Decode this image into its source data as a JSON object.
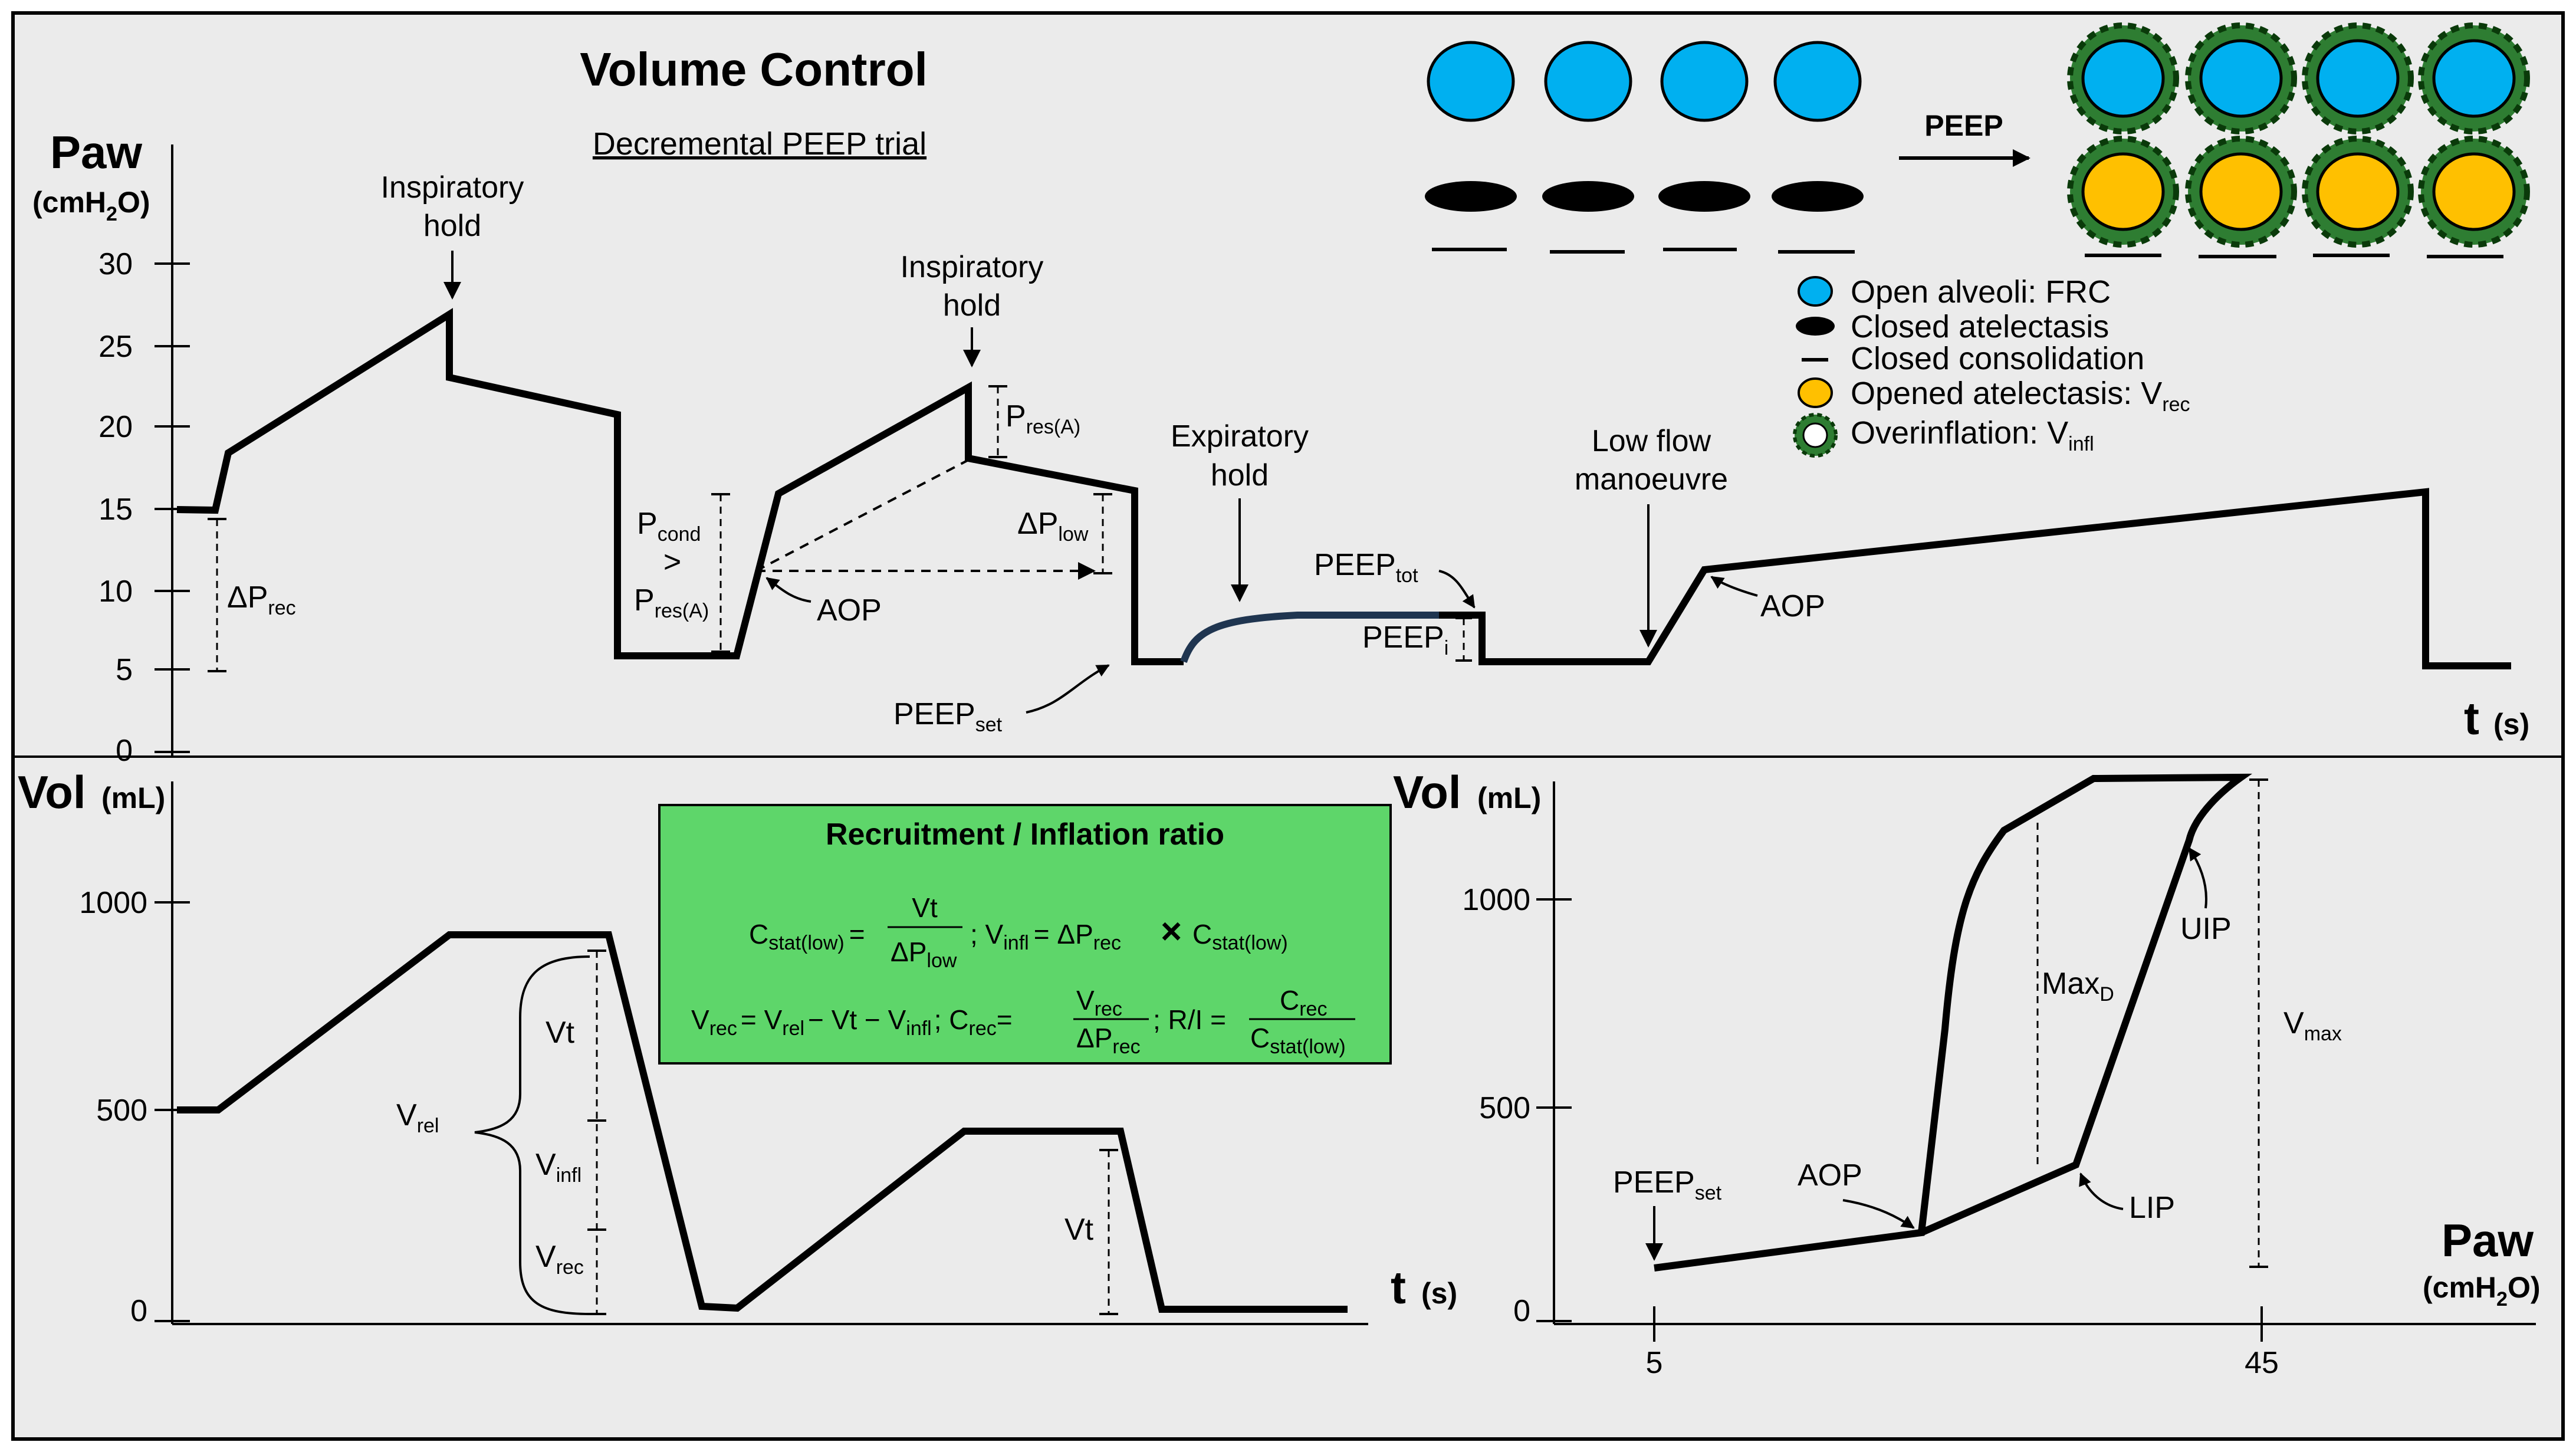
{
  "title": "Volume Control",
  "subtitle": "Decremental PEEP trial",
  "top_panel": {
    "ylabel": "Paw",
    "yunit": "(cmH",
    "yunit_sub": "2",
    "yunit_end": "O)",
    "y_ticks": [
      "30",
      "25",
      "20",
      "15",
      "10",
      "5",
      "0"
    ],
    "xlabel": "t",
    "xunit": "(s)",
    "annotations": {
      "inspiratory_hold_1a": "Inspiratory",
      "inspiratory_hold_1b": "hold",
      "inspiratory_hold_2a": "Inspiratory",
      "inspiratory_hold_2b": "hold",
      "expiratory_hold_a": "Expiratory",
      "expiratory_hold_b": "hold",
      "low_flow_a": "Low flow",
      "low_flow_b": "manoeuvre",
      "delta_p_rec": "ΔP",
      "delta_p_rec_sub": "rec",
      "p_cond": "P",
      "p_cond_sub": "cond",
      "gt": ">",
      "p_res_a": "P",
      "p_res_a_sub": "res(A)",
      "p_res_top": "P",
      "p_res_top_sub": "res(A)",
      "delta_p_low": "ΔP",
      "delta_p_low_sub": "low",
      "aop_1": "AOP",
      "aop_2": "AOP",
      "peep_set": "PEEP",
      "peep_set_sub": "set",
      "peep_tot": "PEEP",
      "peep_tot_sub": "tot",
      "peep_i": "PEEP",
      "peep_i_sub": "i"
    }
  },
  "alveoli": {
    "arrow_label": "PEEP",
    "colors": {
      "open": "#00B0F0",
      "closed": "#000000",
      "opened": "#FFC000",
      "overinflation": "#2E7D32"
    }
  },
  "legend": [
    {
      "text": "Open alveoli: FRC",
      "sub": ""
    },
    {
      "text": "Closed atelectasis",
      "sub": ""
    },
    {
      "text": "Closed consolidation",
      "sub": ""
    },
    {
      "text": "Opened atelectasis: V",
      "sub": "rec"
    },
    {
      "text": "Overinflation: V",
      "sub": "infl"
    }
  ],
  "bottom_left": {
    "ylabel": "Vol",
    "yunit": "(mL)",
    "y_ticks": [
      "1000",
      "500",
      "0"
    ],
    "xlabel": "t",
    "xunit": "(s)",
    "labels": {
      "vt": "Vt",
      "v_infl": "V",
      "v_infl_sub": "infl",
      "v_rec": "V",
      "v_rec_sub": "rec",
      "v_rel": "V",
      "v_rel_sub": "rel",
      "vt2": "Vt"
    }
  },
  "ratio_box": {
    "title": "Recruitment / Inflation ratio",
    "color": "#5ED66A",
    "f1_a": "C",
    "f1_a_sub": "stat(low)",
    "f1_eq": "=",
    "f1_num": "Vt",
    "f1_den": "ΔP",
    "f1_den_sub": "low",
    "f1_mid": "; V",
    "f1_mid_sub": "infl",
    "f1_mid2": "= ΔP",
    "f1_mid2_sub": "rec",
    "f1_times": "×",
    "f1_end": "C",
    "f1_end_sub": "stat(low)",
    "f2_a": "V",
    "f2_a_sub": "rec",
    "f2_b": "= V",
    "f2_b_sub": "rel",
    "f2_c": "− Vt − V",
    "f2_c_sub": "infl",
    "f2_d": "; C",
    "f2_d_sub": "rec",
    "f2_eq": "=",
    "f2_num": "V",
    "f2_num_sub": "rec",
    "f2_den": "ΔP",
    "f2_den_sub": "rec",
    "f2_e": "; R/I =",
    "f2_num2": "C",
    "f2_num2_sub": "rec",
    "f2_den2": "C",
    "f2_den2_sub": "stat(low)"
  },
  "bottom_right": {
    "ylabel": "Vol",
    "yunit": "(mL)",
    "y_ticks": [
      "1000",
      "500",
      "0"
    ],
    "x_ticks": [
      "5",
      "45"
    ],
    "xlabel": "Paw",
    "xunit": "(cmH",
    "xunit_sub": "2",
    "xunit_end": "O)",
    "labels": {
      "peep_set": "PEEP",
      "peep_set_sub": "set",
      "aop": "AOP",
      "lip": "LIP",
      "uip": "UIP",
      "max_d": "Max",
      "max_d_sub": "D",
      "v_max": "V",
      "v_max_sub": "max"
    }
  }
}
